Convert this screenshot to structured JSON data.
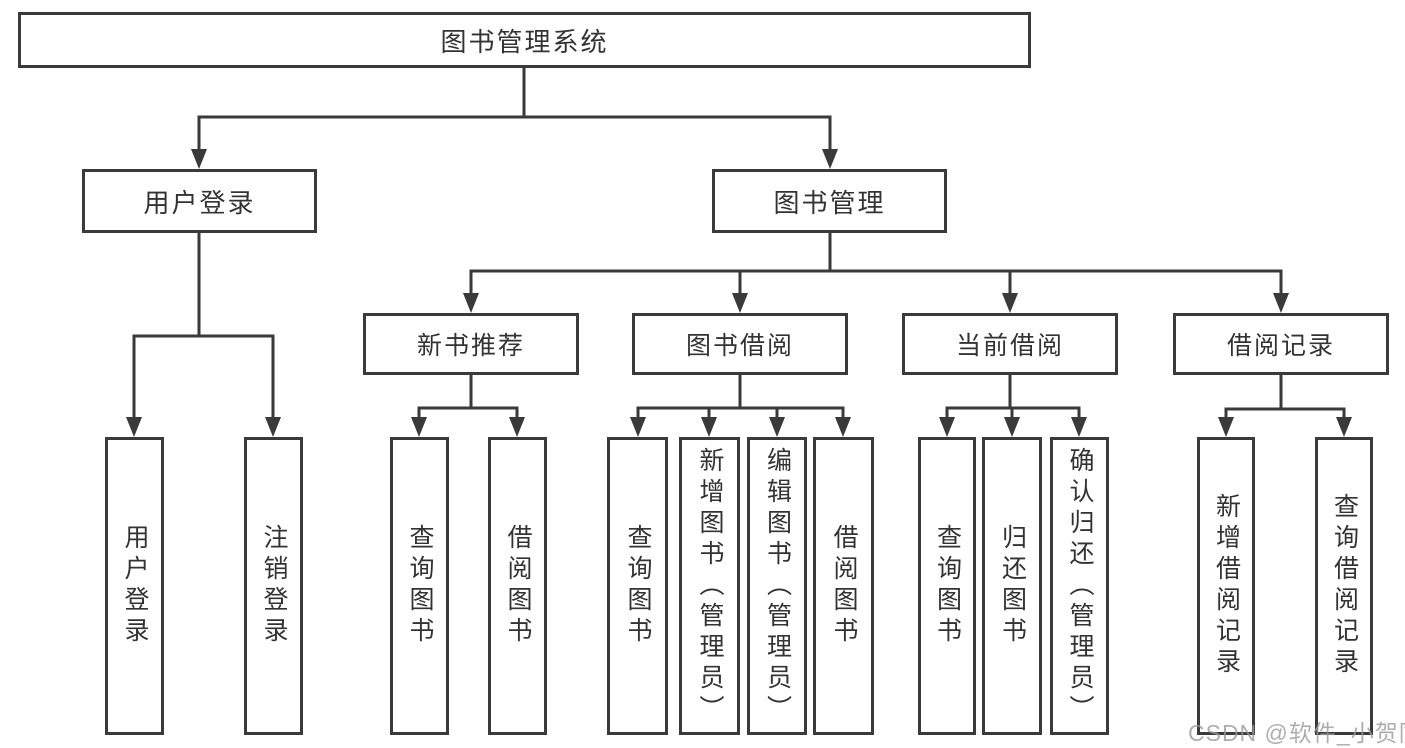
{
  "title": "图书管理系统",
  "watermark": "CSDN @软件_小贺同学",
  "colors": {
    "line": "#3a3a3a",
    "border": "#3a3a3a",
    "text": "#333333",
    "background": "#ffffff",
    "watermark": "#9a9a9a"
  },
  "level2": {
    "user_login": "用户登录",
    "book_mgmt": "图书管理"
  },
  "level3": {
    "new_books": "新书推荐",
    "borrow": "图书借阅",
    "current": "当前借阅",
    "records": "借阅记录"
  },
  "leaves": {
    "user_login": [
      "用户登录",
      "注销登录"
    ],
    "new_books": [
      "查询图书",
      "借阅图书"
    ],
    "borrow": [
      "查询图书",
      "新增图书（管理员）",
      "编辑图书（管理员）",
      "借阅图书"
    ],
    "current": [
      "查询图书",
      "归还图书",
      "确认归还（管理员）"
    ],
    "records": [
      "新增借阅记录",
      "查询借阅记录"
    ]
  }
}
